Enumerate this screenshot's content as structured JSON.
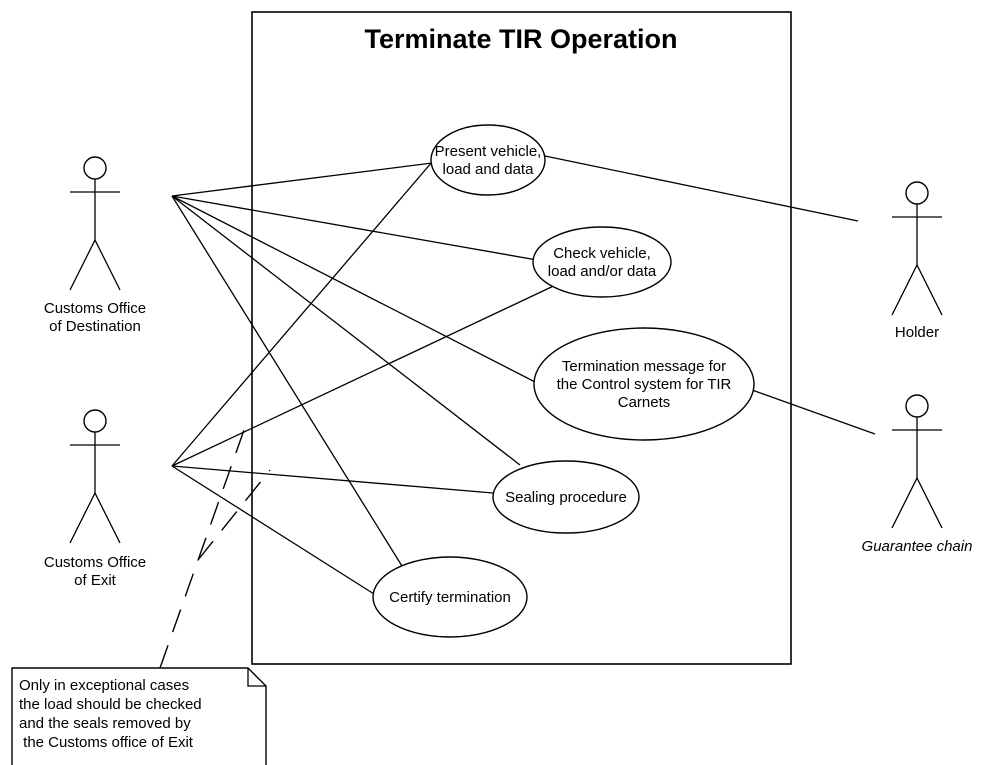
{
  "title": "Terminate TIR Operation",
  "actors": [
    {
      "key": "destination",
      "lines": [
        "Customs Office",
        "of Destination"
      ],
      "italic": false
    },
    {
      "key": "exit",
      "lines": [
        "Customs Office",
        "of Exit"
      ],
      "italic": false
    },
    {
      "key": "holder",
      "lines": [
        "Holder"
      ],
      "italic": false
    },
    {
      "key": "guarantee",
      "lines": [
        "Guarantee chain"
      ],
      "italic": true
    }
  ],
  "use_cases": [
    {
      "key": "present",
      "lines": [
        "Present vehicle,",
        "load and data"
      ]
    },
    {
      "key": "check",
      "lines": [
        "Check vehicle,",
        "load and/or data"
      ]
    },
    {
      "key": "termination-message",
      "lines": [
        "Termination message for",
        "the Control system for TIR",
        "Carnets"
      ]
    },
    {
      "key": "sealing",
      "lines": [
        "Sealing procedure"
      ]
    },
    {
      "key": "certify",
      "lines": [
        "Certify termination"
      ]
    }
  ],
  "associations": [
    {
      "actor": "destination",
      "use_case": "present"
    },
    {
      "actor": "destination",
      "use_case": "check"
    },
    {
      "actor": "destination",
      "use_case": "termination-message"
    },
    {
      "actor": "destination",
      "use_case": "sealing"
    },
    {
      "actor": "destination",
      "use_case": "certify"
    },
    {
      "actor": "exit",
      "use_case": "present"
    },
    {
      "actor": "exit",
      "use_case": "check"
    },
    {
      "actor": "exit",
      "use_case": "sealing"
    },
    {
      "actor": "exit",
      "use_case": "certify"
    },
    {
      "actor": "holder",
      "use_case": "present"
    },
    {
      "actor": "guarantee",
      "use_case": "termination-message"
    }
  ],
  "note": {
    "lines": [
      "Only in exceptional cases",
      "the load should be checked",
      "and the seals removed by",
      " the Customs office of Exit"
    ]
  },
  "colors": {
    "stroke": "#000000",
    "background": "#ffffff"
  }
}
